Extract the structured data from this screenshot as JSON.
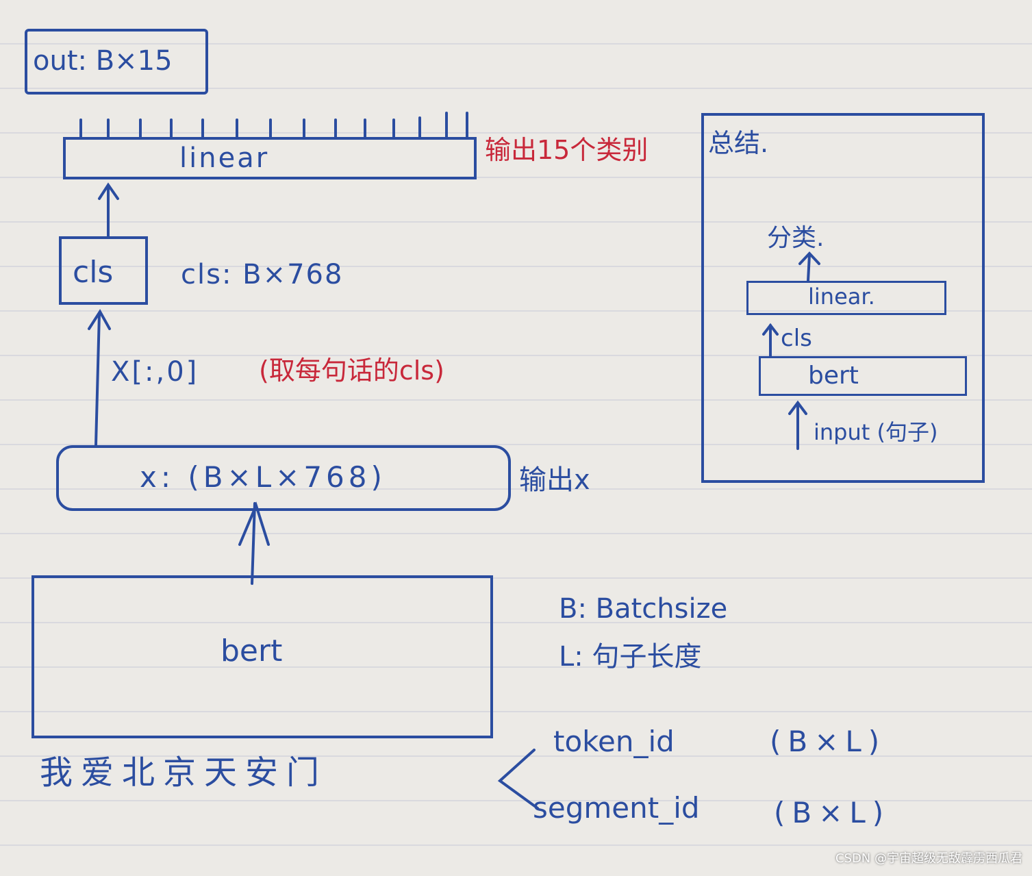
{
  "out_label": "out: B×15",
  "linear_label": "linear",
  "linear_note": "输出15个类别",
  "cls_box_label": "cls",
  "cls_shape": "cls: B×768",
  "index_label": "X[:,0]",
  "index_note": "(取每句话的cls)",
  "x_box_label": "x: (B×L×768)",
  "x_note": "输出x",
  "bert_label": "bert",
  "legend": {
    "b_def": "B: Batchsize",
    "l_def": "L: 句子长度"
  },
  "sentence": "我爱北京天安门",
  "inputs": {
    "token": "token_id",
    "token_shape": "(B×L)",
    "segment": "segment_id",
    "segment_shape": "(B×L)"
  },
  "summary": {
    "title": "总结.",
    "classify": "分类.",
    "linear": "linear.",
    "cls": "cls",
    "bert": "bert",
    "input": "input (句子)"
  },
  "watermark": "CSDN @宇宙超级无敌霹雳西瓜君",
  "colors": {
    "ink": "#2b4da0",
    "red": "#c8283a",
    "paper": "#eceae6"
  }
}
